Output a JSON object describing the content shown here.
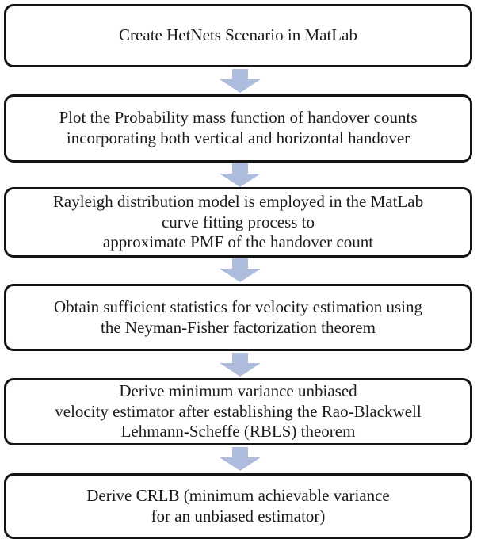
{
  "diagram": {
    "type": "flowchart",
    "direction": "top-to-bottom",
    "box_border_color": "#131313",
    "box_fill_color": "#ffffff",
    "arrow_color": "#aebcde",
    "steps": [
      {
        "id": 1,
        "text": "Create HetNets Scenario in MatLab"
      },
      {
        "id": 2,
        "text": "Plot the Probability mass function of handover counts\nincorporating both vertical and horizontal handover"
      },
      {
        "id": 3,
        "text": "Rayleigh distribution model is employed in the MatLab\ncurve fitting process to\napproximate PMF of the handover count"
      },
      {
        "id": 4,
        "text": "Obtain sufficient statistics for velocity estimation using\nthe Neyman-Fisher factorization theorem"
      },
      {
        "id": 5,
        "text": "Derive  minimum variance unbiased\nvelocity estimator after establishing the Rao-Blackwell\nLehmann-Scheffe (RBLS) theorem"
      },
      {
        "id": 6,
        "text": "Derive CRLB (minimum achievable variance\nfor an unbiased estimator)"
      }
    ],
    "connections": [
      {
        "from": 1,
        "to": 2
      },
      {
        "from": 2,
        "to": 3
      },
      {
        "from": 3,
        "to": 4
      },
      {
        "from": 4,
        "to": 5
      },
      {
        "from": 5,
        "to": 6
      }
    ]
  }
}
